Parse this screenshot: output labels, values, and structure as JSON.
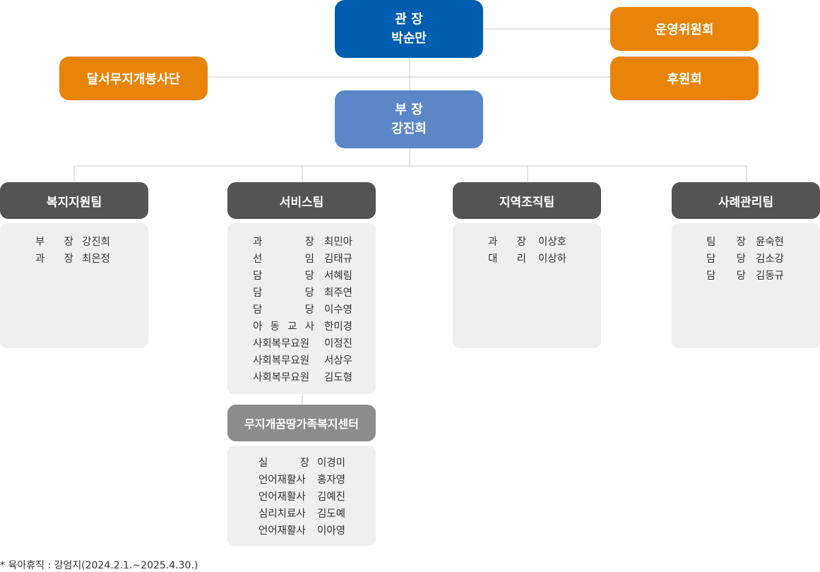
{
  "director": {
    "title": "관 장",
    "name": "박순만"
  },
  "deputy": {
    "title": "부 장",
    "name": "강진희"
  },
  "committees": {
    "operating": "운영위원회",
    "supporters": "후원회",
    "volunteers": "달서무지개봉사단"
  },
  "teams": [
    {
      "name": "복지지원팀",
      "members": [
        {
          "role": "부장",
          "name": "강진희"
        },
        {
          "role": "과장",
          "name": "최은정"
        }
      ]
    },
    {
      "name": "서비스팀",
      "members": [
        {
          "role": "과장",
          "name": "최민아"
        },
        {
          "role": "선임",
          "name": "김태규"
        },
        {
          "role": "담당",
          "name": "서혜림"
        },
        {
          "role": "담당",
          "name": "최주연"
        },
        {
          "role": "담당",
          "name": "이수영"
        },
        {
          "role": "아동교사",
          "name": "한미경"
        },
        {
          "role": "사회복무요원",
          "name": "이정진"
        },
        {
          "role": "사회복무요원",
          "name": "서상우"
        },
        {
          "role": "사회복무요원",
          "name": "김도형"
        }
      ]
    },
    {
      "name": "지역조직팀",
      "members": [
        {
          "role": "과장",
          "name": "이상호"
        },
        {
          "role": "대리",
          "name": "이상하"
        }
      ]
    },
    {
      "name": "사례관리팀",
      "members": [
        {
          "role": "팀장",
          "name": "윤숙현"
        },
        {
          "role": "담당",
          "name": "김소강"
        },
        {
          "role": "담당",
          "name": "김동규"
        }
      ]
    }
  ],
  "center": {
    "name": "무지개꿈땅가족복지센터",
    "members": [
      {
        "role": "실장",
        "name": "이경미"
      },
      {
        "role": "언어재활사",
        "name": "홍자영"
      },
      {
        "role": "언어재활사",
        "name": "김예진"
      },
      {
        "role": "심리치료사",
        "name": "김도예"
      },
      {
        "role": "언어재활사",
        "name": "이아영"
      }
    ]
  },
  "footnote": "* 육아휴직 : 강엄지(2024.2.1.~2025.4.30.)",
  "colors": {
    "director": "#005eb0",
    "deputy": "#5b87c8",
    "committee": "#e8840a",
    "team": "#545454",
    "center": "#8c8c8c",
    "panel": "#efefef",
    "line": "#cccccc"
  }
}
